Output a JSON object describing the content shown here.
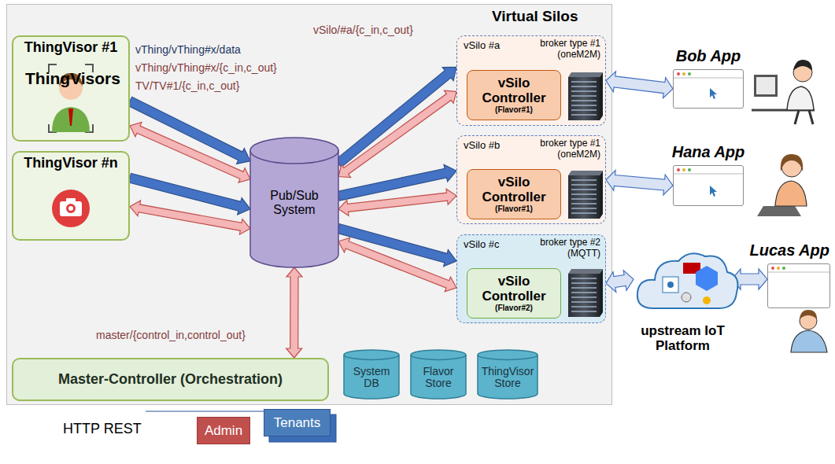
{
  "diagram": {
    "nodes": [
      {
        "text": [
          "ThingVisor #1"
        ]
      },
      {
        "text": [
          "ThingVisor #n"
        ]
      },
      {
        "text": [
          "Pub/Sub System"
        ]
      },
      {
        "text": [
          "vSilo #a",
          "broker type #1 (oneM2M)"
        ]
      },
      {
        "text": [
          "vSilo Controller",
          "(Flavor#1)"
        ],
        "in": 3
      },
      {
        "text": [
          "vSilo #b",
          "broker type #1 (oneM2M)"
        ]
      },
      {
        "text": [
          "vSilo Controller",
          "(Flavor#1)"
        ],
        "in": 5
      },
      {
        "text": [
          "vSilo #c",
          "broker type #2 (MQTT)"
        ]
      },
      {
        "text": [
          "vSilo Controller",
          "(Flavor#2)"
        ],
        "in": 7
      },
      {
        "text": [
          "Master-Controller (Orchestration)"
        ]
      },
      {
        "text": [
          "System DB"
        ]
      },
      {
        "text": [
          "Flavor Store"
        ]
      },
      {
        "text": [
          "ThingVisor Store"
        ]
      },
      {
        "text": [
          "Bob App"
        ]
      },
      {
        "text": [
          "Hana App"
        ]
      },
      {
        "text": [
          "upstream IoT Platform"
        ]
      },
      {
        "text": [
          "Lucas App"
        ]
      },
      {
        "text": [
          "Admin"
        ]
      },
      {
        "text": [
          "Tenants"
        ]
      }
    ],
    "edges": [
      {
        "from": 0,
        "to": 2,
        "arrow": "to"
      },
      {
        "from": 0,
        "to": 2,
        "arrow": "both"
      },
      {
        "from": 1,
        "to": 2,
        "arrow": "to"
      },
      {
        "from": 1,
        "to": 2,
        "arrow": "both"
      },
      {
        "from": 2,
        "to": 3,
        "arrow": "to"
      },
      {
        "from": 2,
        "to": 3,
        "arrow": "both"
      },
      {
        "from": 2,
        "to": 5,
        "arrow": "to"
      },
      {
        "from": 2,
        "to": 5,
        "arrow": "both"
      },
      {
        "from": 2,
        "to": 7,
        "arrow": "to"
      },
      {
        "from": 2,
        "to": 7,
        "arrow": "both"
      },
      {
        "from": 9,
        "to": 2,
        "arrow": "both"
      },
      {
        "from": 3,
        "to": 13,
        "arrow": "both"
      },
      {
        "from": 5,
        "to": 14,
        "arrow": "both"
      },
      {
        "from": 7,
        "to": 15,
        "arrow": "both"
      },
      {
        "from": 15,
        "to": 16,
        "arrow": "both"
      }
    ],
    "labels": [
      "ThingVisors",
      "Virtual Silos",
      "vThing/vThing#x/data",
      "vThing/vThing#x/{c_in,c_out}",
      "TV/TV#1/{c_in,c_out}",
      "vSilo/#a/{c_in,c_out}",
      "master/{control_in,control_out}",
      "HTTP REST"
    ]
  }
}
